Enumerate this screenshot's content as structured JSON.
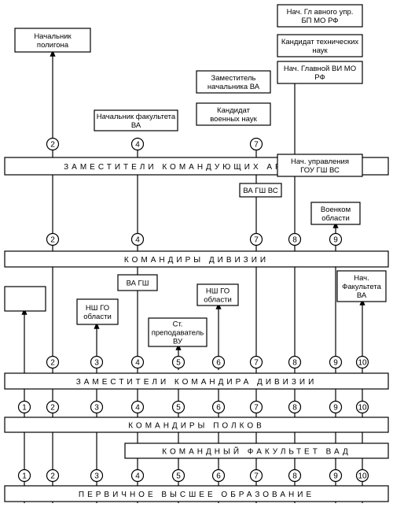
{
  "bars": {
    "deputy_army": "ЗАМЕСТИТЕЛИ КОМАНДУЮЩИХ АРМИЯМИ",
    "division_cmdr": "КОМАНДИРЫ ДИВИЗИИ",
    "division_deputy": "ЗАМЕСТИТЕЛИ КОМАНДИРА ДИВИЗИИ",
    "regiment_cmdr": "КОМАНДИРЫ ПОЛКОВ",
    "command_faculty": "КОМАНДНЫЙ ФАКУЛЬТЕТ ВАД",
    "primary_edu": "ПЕРВИЧНОЕ ВЫСШЕЕ ОБРАЗОВАНИЕ"
  },
  "boxes": {
    "range_chief": [
      "Начальник",
      "полигона"
    ],
    "faculty_head": [
      "Начальник факультета",
      "ВА"
    ],
    "deputy_head_va": [
      "Заместитель",
      "начальника ВА"
    ],
    "candidate_military": [
      "Кандидат",
      "военных наук"
    ],
    "head_main_dept": [
      "Нач. Гл авного упр.",
      "БП МО РФ"
    ],
    "candidate_tech": [
      "Кандидат технических",
      "наук"
    ],
    "head_main_vi": [
      "Нач. Главной ВИ МО",
      "РФ"
    ],
    "head_dept_gou": [
      "Нач. управления",
      "ГОУ ГШ ВС"
    ],
    "va_gsh_vs": [
      "ВА ГШ ВС"
    ],
    "military_commissar": [
      "Военком",
      "области"
    ],
    "va_gsh": [
      "ВА ГШ"
    ],
    "nsh_go_region_a": [
      "НШ ГО",
      "области"
    ],
    "senior_teacher": [
      "Ст.",
      "преподаватель",
      "ВУ"
    ],
    "nsh_go_region_b": [
      "НШ ГО",
      "области"
    ],
    "head_faculty_va": [
      "Нач.",
      "Факультета",
      "ВА"
    ],
    "empty_box": []
  },
  "numbers": [
    "1",
    "2",
    "3",
    "4",
    "5",
    "6",
    "7",
    "8",
    "9",
    "10"
  ]
}
